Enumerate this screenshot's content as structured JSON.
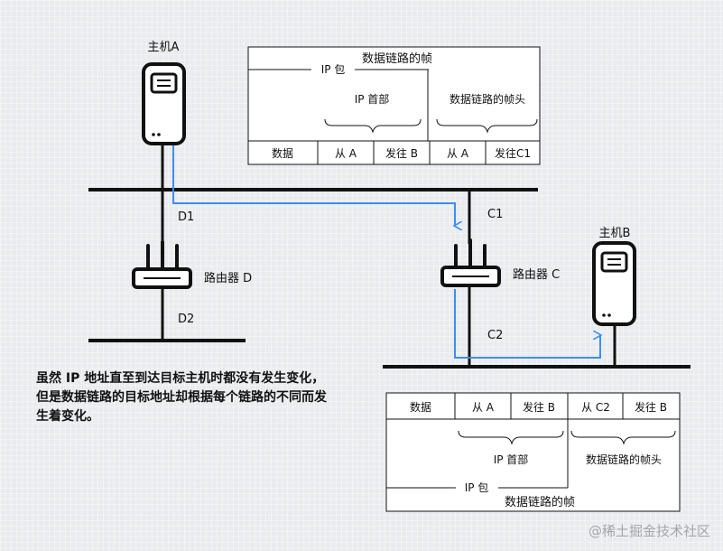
{
  "hosts": {
    "host_a": "主机A",
    "host_b": "主机B"
  },
  "routers": {
    "router_d": "路由器 D",
    "router_c": "路由器 C"
  },
  "ports": {
    "d1": "D1",
    "d2": "D2",
    "c1": "C1",
    "c2": "C2"
  },
  "frame_top": {
    "frame_label": "数据链路的帧",
    "ip_packet_label": "IP 包",
    "ip_header_label": "IP 首部",
    "frame_header_label": "数据链路的帧头",
    "cells": [
      "数据",
      "从 A",
      "发往 B",
      "从 A",
      "发往C1"
    ]
  },
  "frame_bottom": {
    "frame_label": "数据链路的帧",
    "ip_packet_label": "IP 包",
    "ip_header_label": "IP 首部",
    "frame_header_label": "数据链路的帧头",
    "cells": [
      "数据",
      "从 A",
      "发往 B",
      "从 C2",
      "发往 B"
    ]
  },
  "note": "虽然 IP 地址直至到达目标主机时都没有发生变化，但是数据链路的目标地址却根据每个链路的不同而发生着变化。",
  "watermark": "@稀土掘金技术社区",
  "colors": {
    "path": "#3d8ef0",
    "line": "#111111"
  }
}
